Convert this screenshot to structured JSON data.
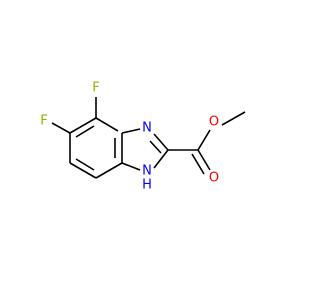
{
  "molecule": {
    "atoms": {
      "F1": {
        "text": "F",
        "color": "#8DB600"
      },
      "F2": {
        "text": "F",
        "color": "#8DB600"
      },
      "N1": {
        "text": "N",
        "color": "#0000FF"
      },
      "N2": {
        "text": "N",
        "color": "#0000FF"
      },
      "H": {
        "text": "H",
        "color": "#0000FF"
      },
      "O1": {
        "text": "O",
        "color": "#FF0000"
      },
      "O2": {
        "text": "O",
        "color": "#FF0000"
      }
    },
    "bond_color": "#000000"
  }
}
